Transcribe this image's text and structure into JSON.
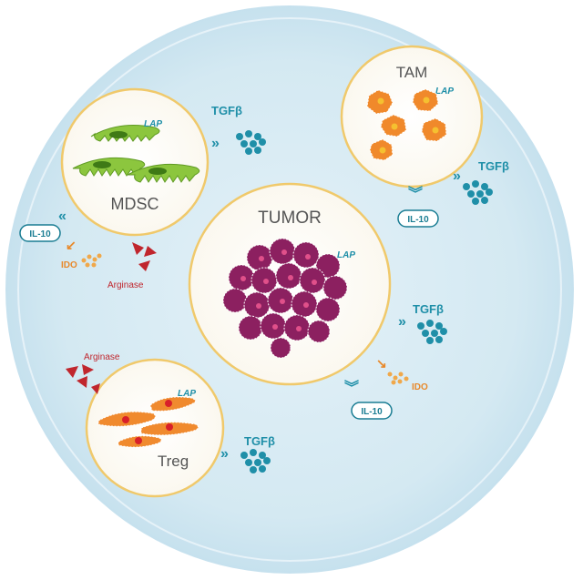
{
  "cells": {
    "tumor": {
      "name": "TUMOR",
      "lap": "LAP"
    },
    "mdsc": {
      "name": "MDSC",
      "lap": "LAP"
    },
    "tam": {
      "name": "TAM",
      "lap": "LAP"
    },
    "treg": {
      "name": "Treg",
      "lap": "LAP"
    }
  },
  "factors": {
    "tgfb": "TGFβ",
    "il10": "IL-10",
    "ido": "IDO",
    "arginase": "Arginase"
  },
  "colors": {
    "background_disc": "#d6eaf3",
    "cell_ring": "#f0c96b",
    "tumor_cell": "#8c2060",
    "mdsc_cell": "#8cc63e",
    "tam_cell": "#f0892b",
    "treg_cell": "#f08a2e",
    "tgfb": "#1f8fa8",
    "arginase": "#c0262d",
    "ido": "#e8892b"
  }
}
